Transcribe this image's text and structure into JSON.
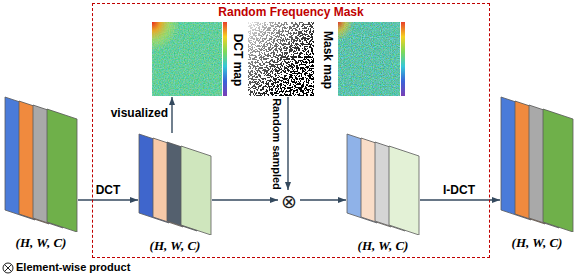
{
  "diagram": {
    "nodes": [
      {
        "text": [
          "(H, W, C)"
        ]
      },
      {
        "text": [
          "Random Frequency Mask"
        ]
      },
      {
        "text": [
          "DCT map"
        ],
        "in": 1
      },
      {
        "text": [
          "Mask map"
        ],
        "in": 1
      },
      {
        "text": [
          "(H, W, C)"
        ],
        "in": 1
      },
      {
        "text": [
          "⊗"
        ],
        "in": 1
      },
      {
        "text": [
          "(H, W, C)"
        ],
        "in": 1
      },
      {
        "text": [
          "(H, W, C)"
        ]
      }
    ],
    "edges": [
      {
        "from": 0,
        "to": 4,
        "label": "DCT",
        "arrow": "to"
      },
      {
        "from": 4,
        "to": 2,
        "label": "visualized",
        "arrow": "to"
      },
      {
        "from": 3,
        "to": 5,
        "label": "Random sampled",
        "arrow": "to"
      },
      {
        "from": 4,
        "to": 5,
        "arrow": "to"
      },
      {
        "from": 5,
        "to": 6,
        "arrow": "to"
      },
      {
        "from": 6,
        "to": 7,
        "label": "I-DCT",
        "arrow": "to"
      }
    ],
    "legend": [
      {
        "text": "Element-wise product"
      }
    ]
  }
}
